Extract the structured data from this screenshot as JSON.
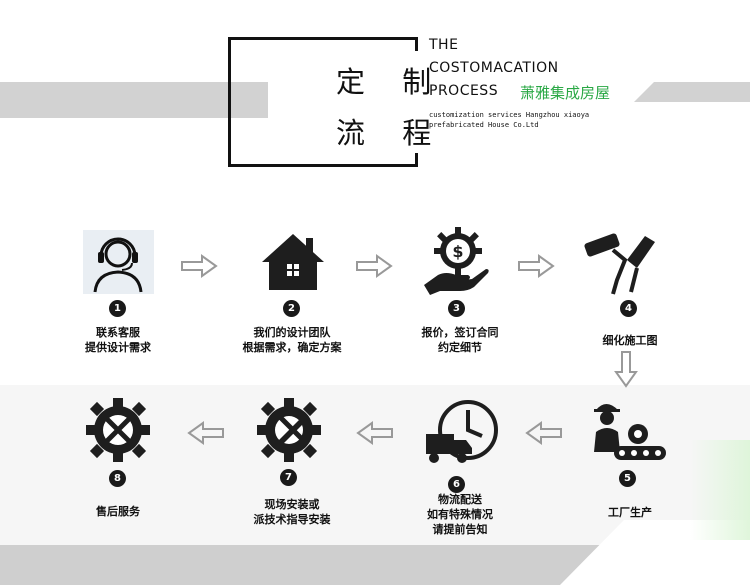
{
  "header": {
    "cn_title_line1": "定 制",
    "cn_title_line2": "流 程",
    "en_line1": "THE",
    "en_line2": "COSTOMACATION",
    "en_line3": "PROCESS",
    "company_cn": "萧雅集成房屋",
    "sub_en": "customization services Hangzhou xiaoya prefabricated House Co.Ltd"
  },
  "steps": [
    {
      "num": "1",
      "label": "联系客服\n提供设计需求",
      "icon": "customer-service-icon"
    },
    {
      "num": "2",
      "label": "我们的设计团队\n根据需求，确定方案",
      "icon": "house-icon"
    },
    {
      "num": "3",
      "label": "报价，签订合同\n约定细节",
      "icon": "money-gear-hand-icon"
    },
    {
      "num": "4",
      "label": "细化施工图",
      "icon": "paint-roller-brush-icon"
    },
    {
      "num": "5",
      "label": "工厂生产",
      "icon": "factory-worker-icon"
    },
    {
      "num": "6",
      "label": "物流配送\n如有特殊情况\n请提前告知",
      "icon": "delivery-truck-clock-icon"
    },
    {
      "num": "7",
      "label": "现场安装或\n派技术指导安装",
      "icon": "gear-wrench-icon"
    },
    {
      "num": "8",
      "label": "售后服务",
      "icon": "gear-tools-icon"
    }
  ],
  "colors": {
    "accent_green": "#2aa845",
    "band_gray": "#d2d2d2",
    "icon_dark": "#1a1a1a"
  }
}
